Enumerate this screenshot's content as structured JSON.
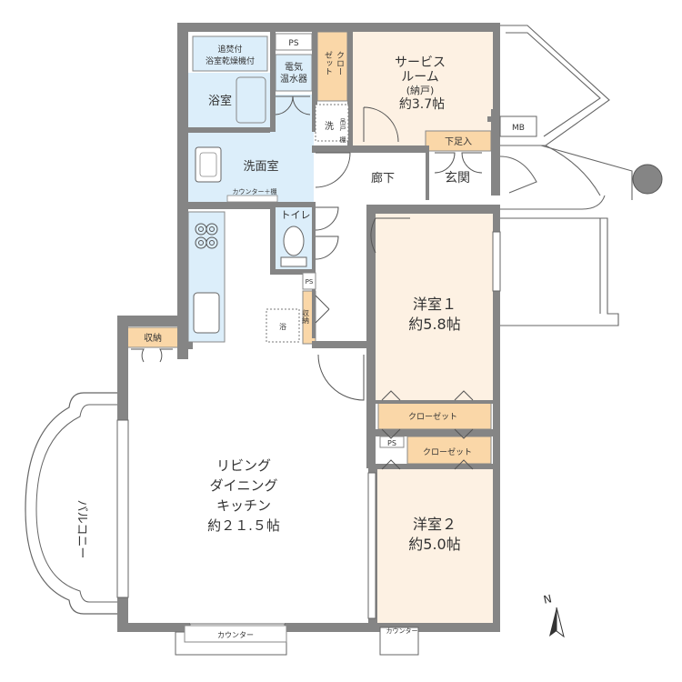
{
  "rooms": {
    "service_room": {
      "line1": "サービス",
      "line2": "ルーム",
      "line3": "(納戸)",
      "area": "約3.7帖"
    },
    "western1": {
      "name": "洋室１",
      "area": "約5.8帖"
    },
    "western2": {
      "name": "洋室２",
      "area": "約5.0帖"
    },
    "ldk": {
      "line1": "リビング",
      "line2": "ダイニング",
      "line3": "キッチン",
      "area": "約２１.５帖"
    },
    "bath": "浴室",
    "washroom": "洗面室",
    "hallway": "廊下",
    "entrance": "玄関",
    "toilet": "トイレ",
    "balcony": "バルコニー"
  },
  "labels": {
    "reheat_line1": "追焚付",
    "reheat_line2": "浴室乾燥機付",
    "water_heater_line1": "電気",
    "water_heater_line2": "温水器",
    "ps": "PS",
    "closet_small_1": "クロー",
    "closet_small_2": "ゼット",
    "washer": "洗",
    "shelf_line1": "吊戸",
    "shelf_line2": "棚",
    "shoe_storage": "下足入",
    "mb": "MB",
    "counter_shelf": "カウンター＋棚",
    "storage": "収納",
    "closet": "クローゼット",
    "counter": "カウンター",
    "compass_n": "N",
    "floor_drain": "浴"
  },
  "colors": {
    "wall": "#858585",
    "wet_area": "#dceefa",
    "room": "#fdf1e3",
    "storage": "#fad7a8"
  }
}
